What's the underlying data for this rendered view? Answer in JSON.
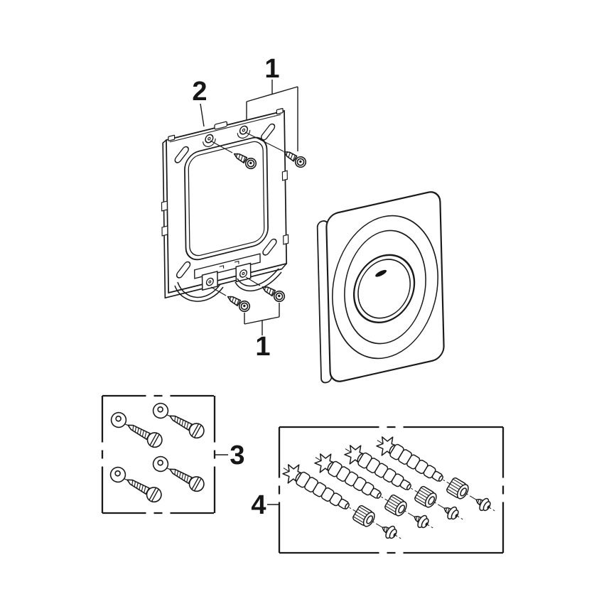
{
  "page": {
    "background_color": "#ffffff",
    "line_color": "#1a1a1a",
    "logo_fill": "#141414"
  },
  "diagram": {
    "type": "exploded-parts-diagram",
    "callouts": {
      "top_screws": "1",
      "frame": "2",
      "bottom_screws": "1",
      "screw_washer_set": "3",
      "spacer_bolt_set": "4"
    }
  }
}
